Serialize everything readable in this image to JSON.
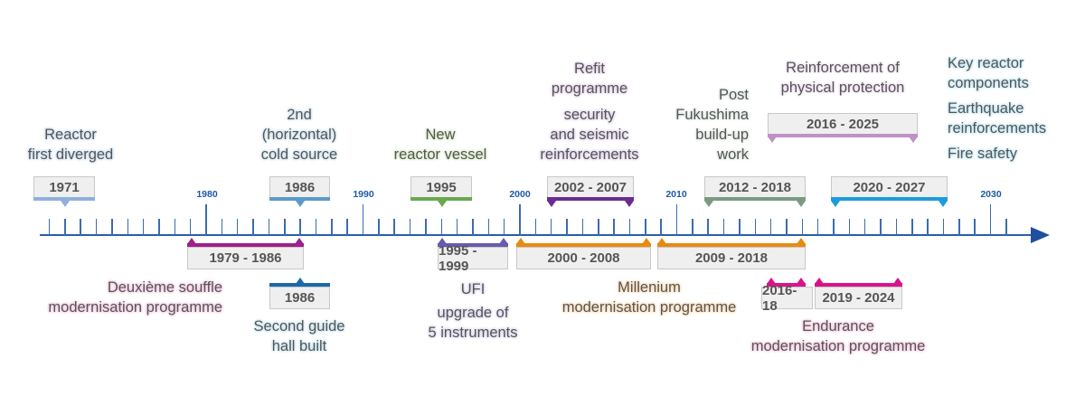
{
  "axis": {
    "start_year": 1970,
    "end_year": 2031,
    "labels": [
      "1980",
      "1990",
      "2000",
      "2010",
      "2030"
    ],
    "label_years": [
      1980,
      1990,
      2000,
      2010,
      2030
    ],
    "color": "#2a5ea8"
  },
  "top_boxes": [
    {
      "label": "1971",
      "color": "#8fb0dc"
    },
    {
      "label": "1986",
      "color": "#5b9bc8"
    },
    {
      "label": "1995",
      "color": "#6aa84f"
    },
    {
      "label": "2002 - 2007",
      "color": "#6a2c91"
    },
    {
      "label": "2012 - 2018",
      "color": "#7a9a82"
    },
    {
      "label": "2020 - 2027",
      "color": "#1e9be0"
    },
    {
      "label": "2016 - 2025",
      "color": "#c090c8"
    }
  ],
  "bottom_boxes": [
    {
      "label": "1979 - 1986",
      "color": "#a0208a"
    },
    {
      "label": "1995 - 1999",
      "color": "#6a5aad"
    },
    {
      "label": "2000 - 2008",
      "color": "#e88a10"
    },
    {
      "label": "2009 - 2018",
      "color": "#e88a10"
    },
    {
      "label": "1986",
      "color": "#1a6aa8"
    },
    {
      "label": "2016-18",
      "color": "#d8148a"
    },
    {
      "label": "2019 - 2024",
      "color": "#d8148a"
    }
  ],
  "labels": {
    "reactor_diverged": "Reactor\nfirst diverged",
    "cold_source": "2nd\n(horizontal)\ncold source",
    "reactor_vessel": "New\nreactor vessel",
    "refit": "Refit\nprogramme",
    "security": "security\nand seismic\nreinforcements",
    "fukushima": "Post\nFukushima\nbuild-up\nwork",
    "physical_protection": "Reinforcement of\nphysical protection",
    "key_components": "Key reactor\ncomponents",
    "earthquake": "Earthquake\nreinforcements",
    "fire_safety": "Fire safety",
    "deuxieme_souffle": "Deuxième souffle\nmodernisation programme",
    "guide_hall": "Second guide\nhall built",
    "ufi": "UFI",
    "ufi_upgrade": "upgrade of\n5 instruments",
    "millenium": "Millenium\nmodernisation programme",
    "endurance": "Endurance\nmodernisation programme"
  }
}
